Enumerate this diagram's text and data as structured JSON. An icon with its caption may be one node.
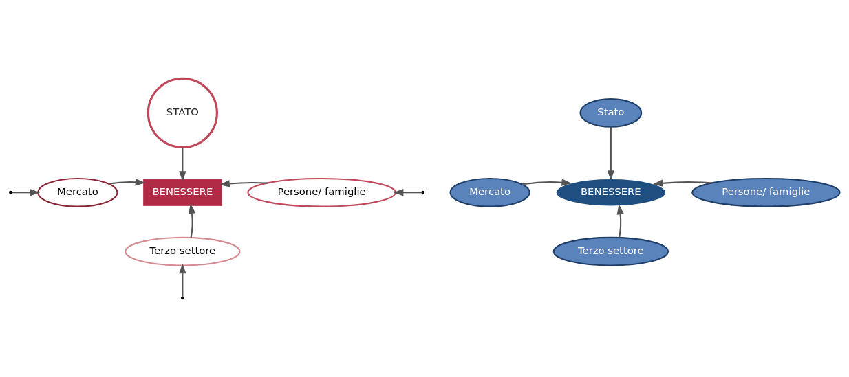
{
  "diagram": {
    "nodes": [
      {
        "text": [
          "STATO"
        ]
      },
      {
        "text": [
          "Mercato"
        ]
      },
      {
        "text": [
          "BENESSERE"
        ]
      },
      {
        "text": [
          "Persone/ famiglie"
        ]
      },
      {
        "text": [
          "Terzo settore"
        ]
      },
      {
        "text": [
          "Stato"
        ]
      },
      {
        "text": [
          "Mercato"
        ]
      },
      {
        "text": [
          "BENESSERE"
        ]
      },
      {
        "text": [
          "Persone/ famiglie"
        ]
      },
      {
        "text": [
          "Terzo settore"
        ]
      }
    ],
    "edges": [
      {
        "from": 0,
        "to": 2,
        "arrow": "to"
      },
      {
        "from": null,
        "to": 1,
        "arrow": "to"
      },
      {
        "from": 1,
        "to": 2,
        "arrow": "to"
      },
      {
        "from": 3,
        "to": 2,
        "arrow": "to"
      },
      {
        "from": null,
        "to": 3,
        "arrow": "to"
      },
      {
        "from": 4,
        "to": 2,
        "arrow": "to"
      },
      {
        "from": null,
        "to": 4,
        "arrow": "to"
      },
      {
        "from": 5,
        "to": 7,
        "arrow": "to"
      },
      {
        "from": 6,
        "to": 7,
        "arrow": "to"
      },
      {
        "from": 8,
        "to": 7,
        "arrow": "to"
      },
      {
        "from": 9,
        "to": 7,
        "arrow": "to"
      }
    ]
  }
}
